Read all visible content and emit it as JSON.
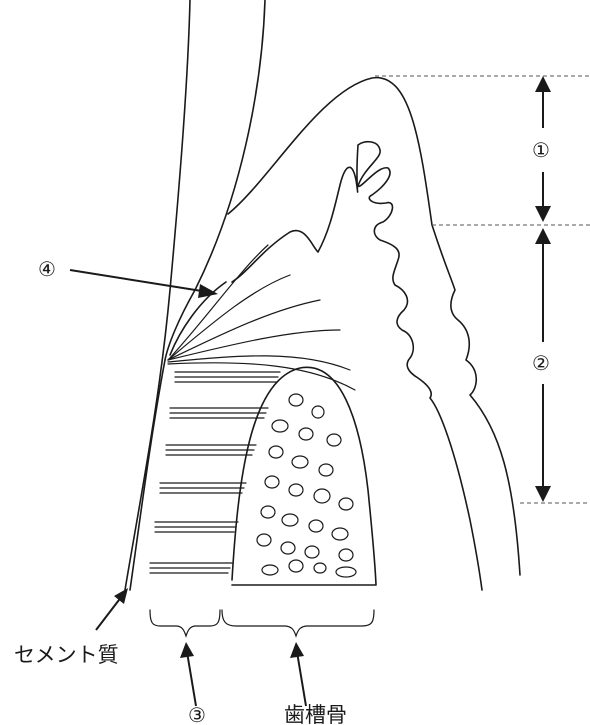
{
  "labels": {
    "marker1": "①",
    "marker2": "②",
    "marker3": "③",
    "marker4": "④",
    "cementum": "セメント質",
    "alveolar_bone": "歯槽骨"
  }
}
